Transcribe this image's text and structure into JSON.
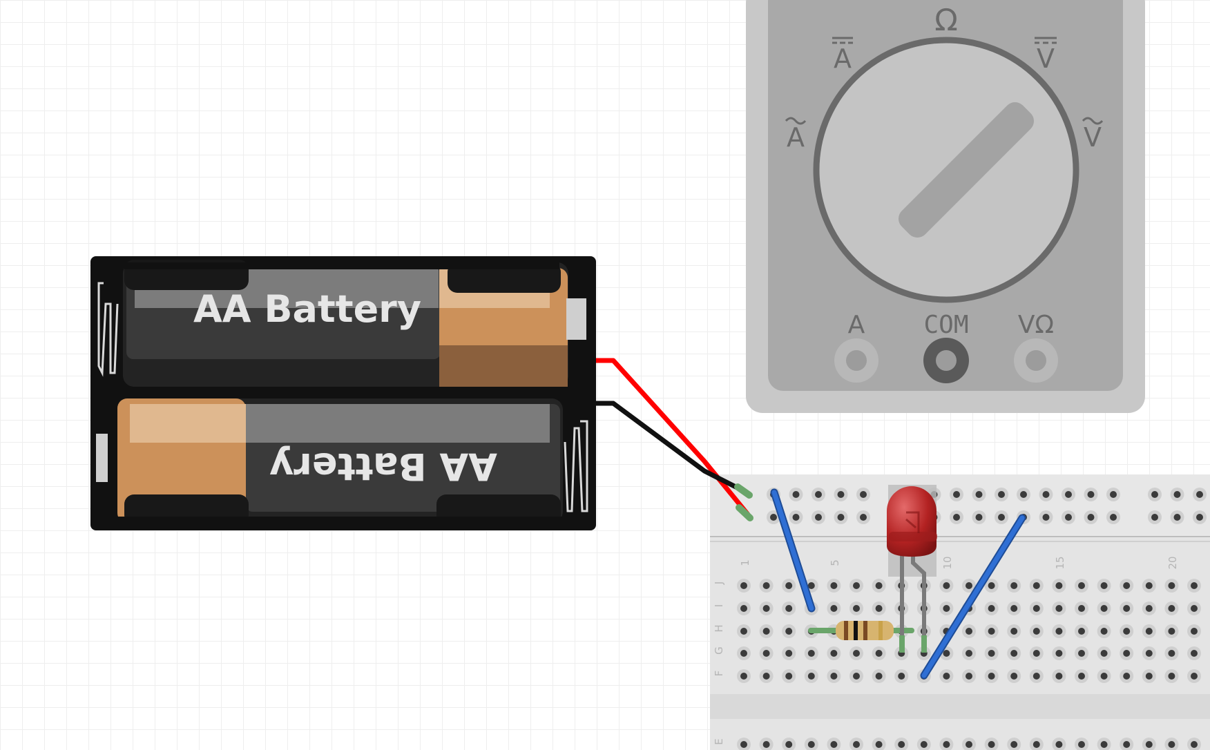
{
  "battery_pack": {
    "cell_top_label": "AA Battery",
    "cell_bottom_label": "AA Battery"
  },
  "multimeter": {
    "dial_labels": {
      "ohm": "Ω",
      "dc_amps": "A",
      "dc_volts": "V",
      "ac_amps": "A",
      "ac_volts": "V"
    },
    "port_labels": {
      "amps": "A",
      "com": "COM",
      "volt_ohm": "VΩ"
    }
  },
  "breadboard": {
    "column_labels": [
      "1",
      "5",
      "10",
      "15",
      "20"
    ],
    "row_labels": [
      "J",
      "I",
      "H",
      "G",
      "F",
      "E"
    ]
  },
  "wires": {
    "positive_color": "#ff0000",
    "negative_color": "#111111",
    "jumper_color": "#2f6fd4"
  }
}
